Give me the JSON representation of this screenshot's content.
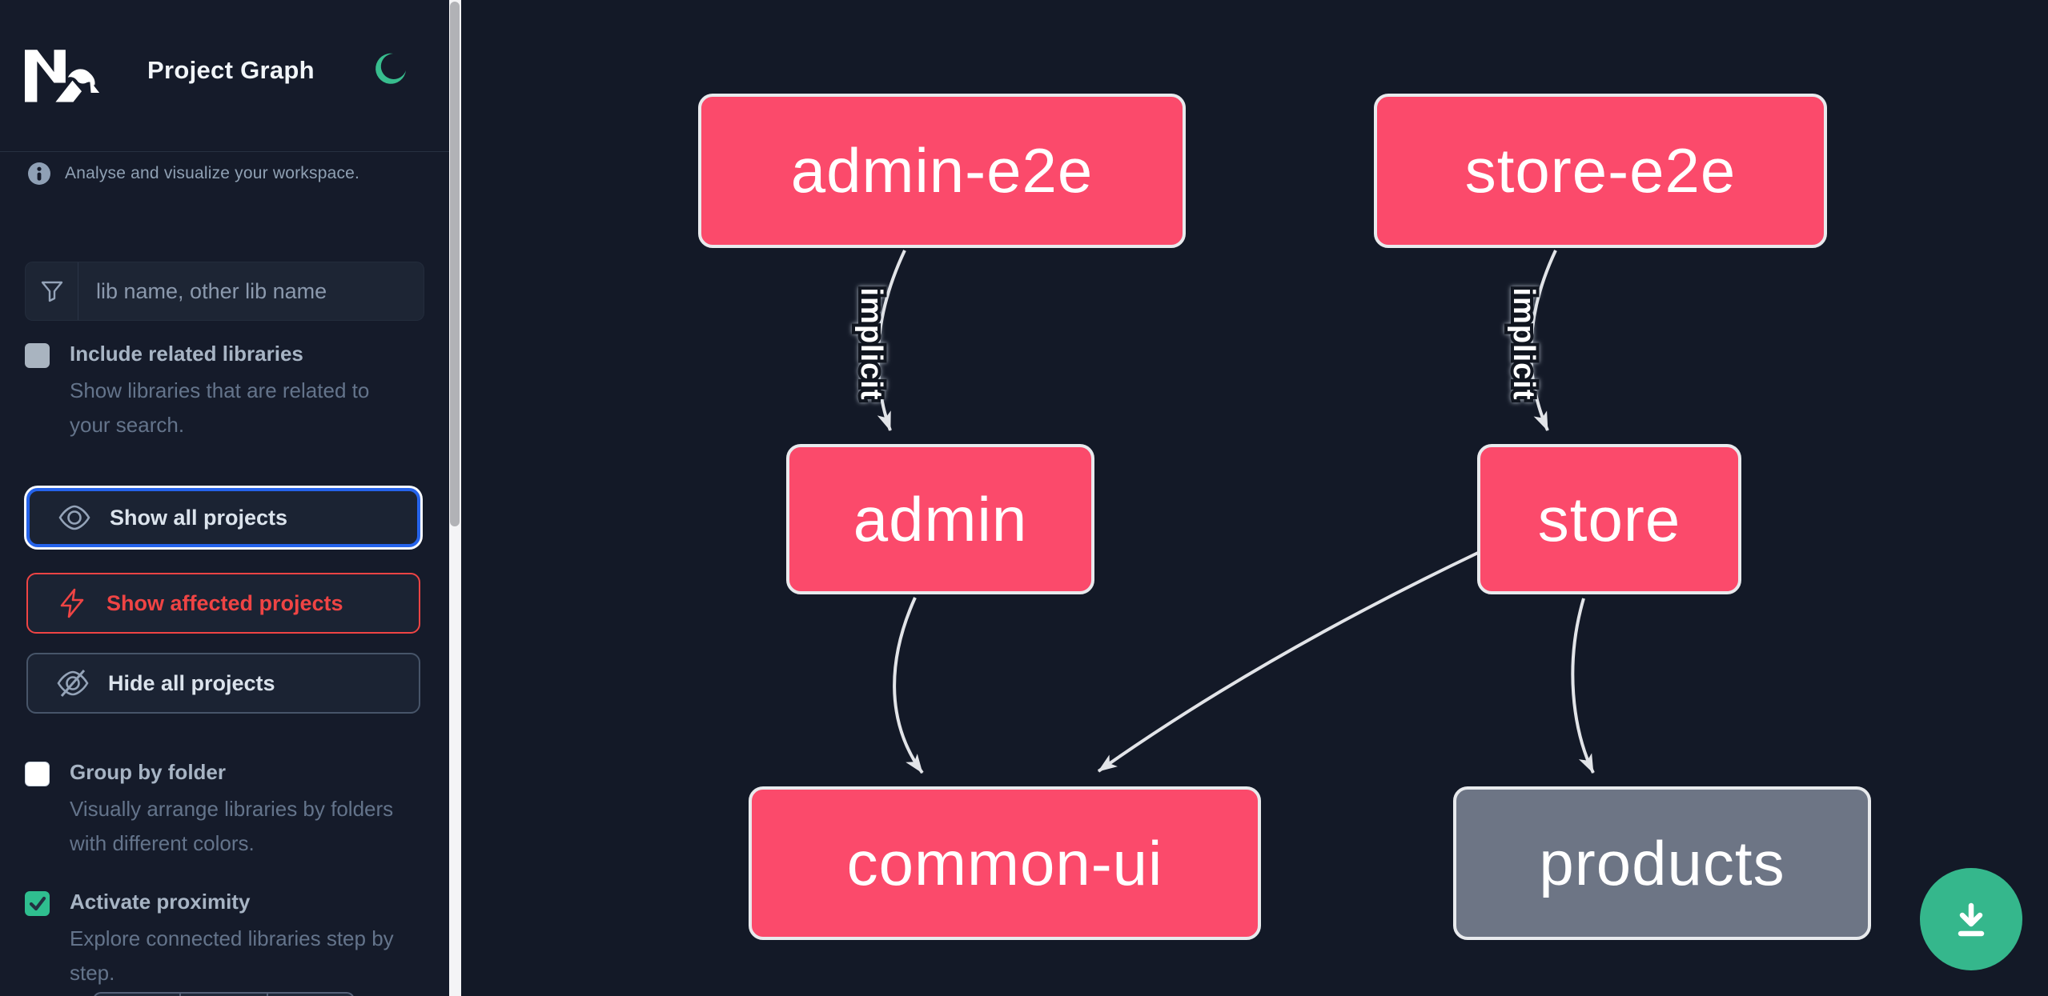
{
  "header": {
    "title": "Project Graph",
    "logo": "nx-logo",
    "theme_toggle": "moon-icon"
  },
  "sidebar": {
    "info_text": "Analyse and visualize your workspace.",
    "search": {
      "icon": "filter-icon",
      "placeholder": "lib name, other lib name",
      "value": ""
    },
    "include_related": {
      "label": "Include related libraries",
      "description": "Show libraries that are related to your search.",
      "checked": false
    },
    "actions": [
      {
        "label": "Show all projects",
        "icon": "eye-icon",
        "focused": true
      },
      {
        "label": "Show affected projects",
        "icon": "bolt-icon",
        "variant": "affected"
      },
      {
        "label": "Hide all projects",
        "icon": "eye-off-icon"
      }
    ],
    "group_by_folder": {
      "label": "Group by folder",
      "description": "Visually arrange libraries by folders with different colors.",
      "checked": false
    },
    "activate_proximity": {
      "label": "Activate proximity",
      "description": "Explore connected libraries step by step.",
      "checked": true
    }
  },
  "graph": {
    "nodes": [
      {
        "id": "admin-e2e",
        "label": "admin-e2e",
        "color": "#fb4a6b"
      },
      {
        "id": "store-e2e",
        "label": "store-e2e",
        "color": "#fb4a6b"
      },
      {
        "id": "admin",
        "label": "admin",
        "color": "#fb4a6b"
      },
      {
        "id": "store",
        "label": "store",
        "color": "#fb4a6b"
      },
      {
        "id": "common-ui",
        "label": "common-ui",
        "color": "#fb4a6b"
      },
      {
        "id": "products",
        "label": "products",
        "color": "#6d7585"
      }
    ],
    "edges": [
      {
        "source": "admin-e2e",
        "target": "admin",
        "label": "implicit"
      },
      {
        "source": "store-e2e",
        "target": "store",
        "label": "implicit"
      },
      {
        "source": "admin",
        "target": "common-ui",
        "label": ""
      },
      {
        "source": "store",
        "target": "common-ui",
        "label": ""
      },
      {
        "source": "store",
        "target": "products",
        "label": ""
      }
    ]
  },
  "download": {
    "icon": "download-icon",
    "color": "#35b78c"
  },
  "colors": {
    "sidebar_bg": "#151b2a",
    "canvas_bg": "#131927",
    "node_pink": "#fb4a6b",
    "node_gray": "#6d7585",
    "edge": "#e2e4e8",
    "accent_green": "#38bd8e",
    "affected_red": "#ef4444",
    "focus_blue": "#2563eb"
  }
}
